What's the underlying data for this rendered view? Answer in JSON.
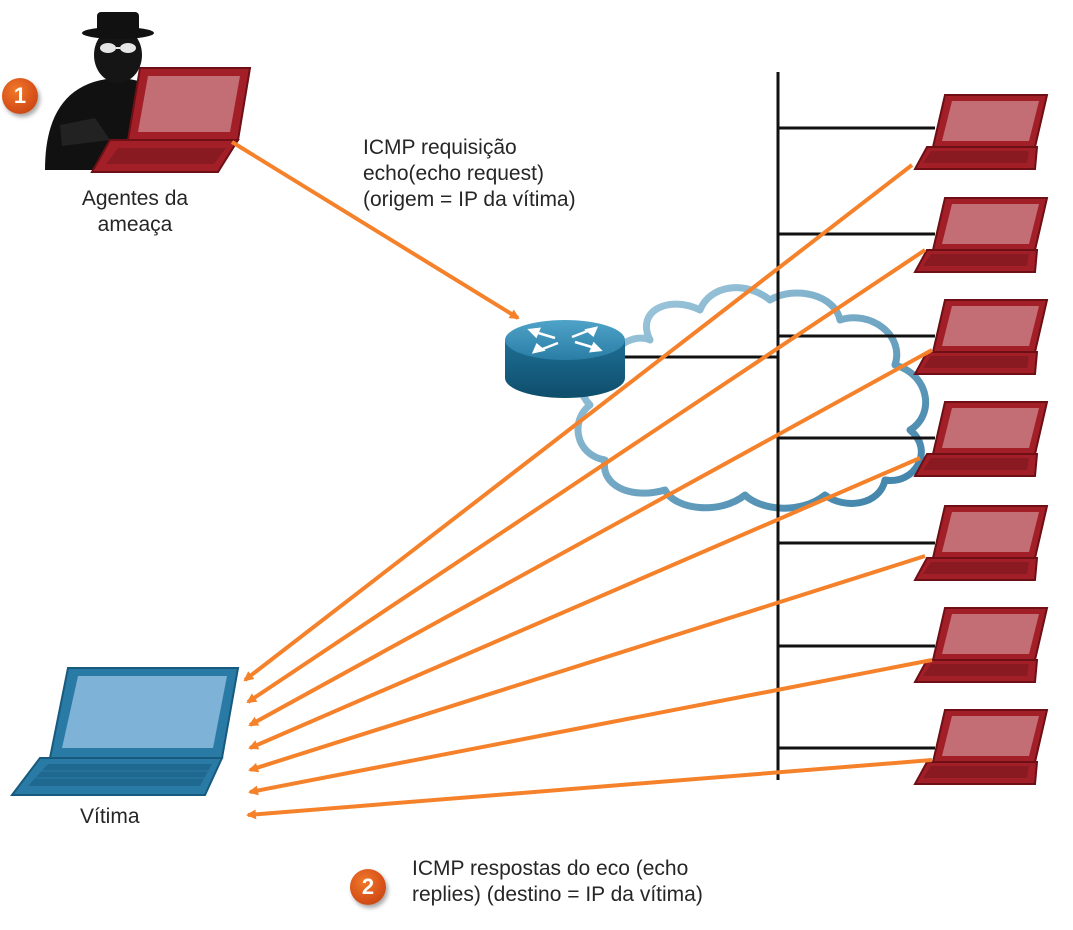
{
  "attacker": {
    "label_line1": "Agentes da",
    "label_line2": "ameaça",
    "step": "1"
  },
  "request": {
    "line1": "ICMP requisição",
    "line2": "echo(echo request)",
    "line3": "(origem = IP da vítima)"
  },
  "victim": {
    "label": "Vítima"
  },
  "replies": {
    "step": "2",
    "line1": "ICMP respostas do eco (echo",
    "line2": "replies) (destino = IP da vítima)"
  },
  "colors": {
    "arrow": "#f5822a",
    "attacker_laptop": "#a31f28",
    "attacker_screen": "#c36e74",
    "victim_laptop": "#2a7aa6",
    "victim_screen": "#7eb2d6",
    "router": "#1f6e92",
    "cloud_stroke": "#3d86ab",
    "badge": "#d9531a"
  },
  "icons": [
    "threat-actor-icon",
    "router-icon",
    "cloud-icon",
    "laptop-icon"
  ]
}
